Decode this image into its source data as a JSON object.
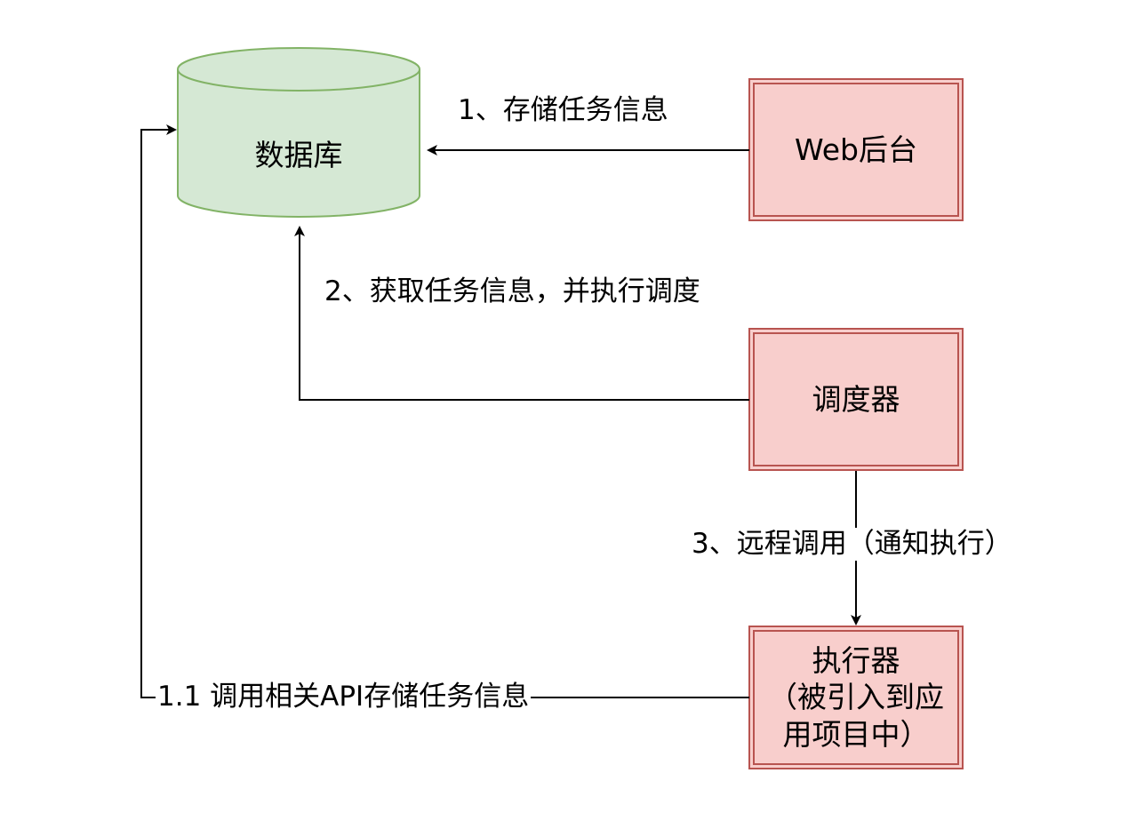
{
  "nodes": {
    "database": {
      "label": "数据库"
    },
    "web_backend": {
      "label": "Web后台"
    },
    "scheduler": {
      "label": "调度器"
    },
    "executor": {
      "label_lines": [
        "执行器",
        "（被引入到应",
        "用项目中）"
      ]
    }
  },
  "edges": {
    "store_task": {
      "label": "1、存储任务信息"
    },
    "fetch_schedule": {
      "label": "2、获取任务信息，并执行调度"
    },
    "remote_call": {
      "label": "3、远程调用（通知执行）"
    },
    "api_store": {
      "label": "1.1 调用相关API存储任务信息"
    }
  },
  "colors": {
    "db_fill": "#d5e8d4",
    "db_stroke": "#82b366",
    "box_fill": "#f8cecc",
    "box_stroke": "#b85450",
    "edge": "#000000"
  }
}
